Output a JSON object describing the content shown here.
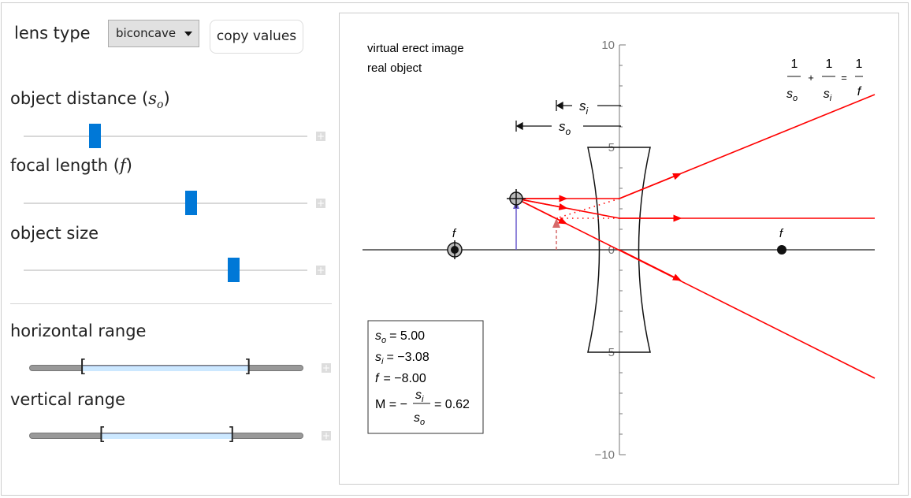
{
  "controls": {
    "lens_type_label": "lens type",
    "lens_type_value": "biconcave",
    "copy_values_label": "copy values",
    "object_distance_label": "object distance (",
    "object_distance_sym": "s",
    "object_distance_sub": "o",
    "focal_length_label": "focal length (",
    "focal_length_sym": "f",
    "object_size_label": "object size",
    "sliders": {
      "object_distance": 0.25,
      "focal_length": 0.59,
      "object_size": 0.74
    },
    "horizontal_range_label": "horizontal range",
    "vertical_range_label": "vertical range",
    "horizontal_range": [
      0.19,
      0.8
    ],
    "vertical_range": [
      0.26,
      0.74
    ]
  },
  "plot": {
    "image_type": "virtual erect image",
    "object_type": "real object",
    "yticks": [
      "10",
      "5",
      "0",
      "−5",
      "−10"
    ],
    "focal_label": "f",
    "si_label": "s",
    "si_sub": "i",
    "so_label": "s",
    "so_sub": "o",
    "equation": {
      "one": "1",
      "plus": "+",
      "eq": "="
    },
    "values": {
      "so_text": "= 5.00",
      "si_text": "= −3.08",
      "f_text": "= −8.00",
      "m_label": "M = −",
      "m_value": "= 0.62"
    },
    "colors": {
      "ray": "#ff0000",
      "object": "#6a5acd",
      "image": "#d66a6a"
    }
  }
}
